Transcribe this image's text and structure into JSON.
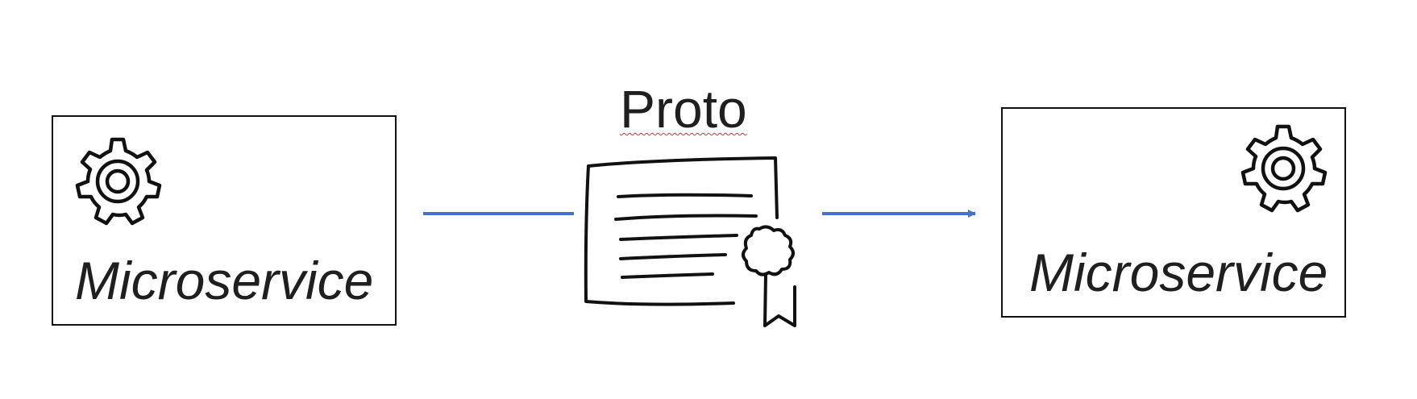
{
  "diagram": {
    "left_service": {
      "label": "Microservice",
      "icon": "gear-icon"
    },
    "right_service": {
      "label": "Microservice",
      "icon": "gear-icon"
    },
    "message": {
      "title": "Proto",
      "icon": "certificate-document-icon"
    },
    "colors": {
      "connector": "#4472C4",
      "outline": "#111111",
      "text": "#1f1f1f",
      "spellcheck": "#d23a3a"
    }
  }
}
